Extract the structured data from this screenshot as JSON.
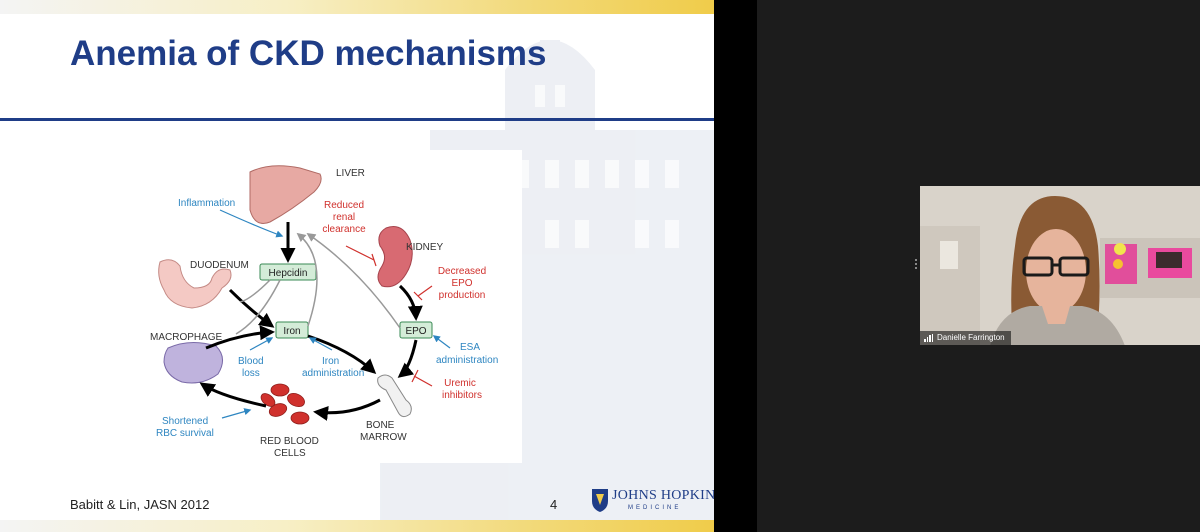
{
  "slide": {
    "title": "Anemia of CKD mechanisms",
    "citation": "Babitt & Lin, JASN 2012",
    "slide_number": "4",
    "logo": {
      "name": "JOHNS HOPKINS",
      "subtitle": "MEDICINE"
    }
  },
  "diagram": {
    "organs": {
      "liver": "LIVER",
      "kidney": "KIDNEY",
      "duodenum": "DUODENUM",
      "macrophage": "MACROPHAGE",
      "bone_marrow_1": "BONE",
      "bone_marrow_2": "MARROW",
      "rbc_1": "RED BLOOD",
      "rbc_2": "CELLS"
    },
    "nodes": {
      "hepcidin": "Hepcidin",
      "iron": "Iron",
      "epo": "EPO"
    },
    "factors": {
      "inflammation": "Inflammation",
      "reduced_1": "Reduced",
      "reduced_2": "renal",
      "reduced_3": "clearance",
      "decreased_1": "Decreased",
      "decreased_2": "EPO",
      "decreased_3": "production",
      "esa_1": "ESA",
      "esa_2": "administration",
      "uremic_1": "Uremic",
      "uremic_2": "inhibitors",
      "blood_loss_1": "Blood",
      "blood_loss_2": "loss",
      "iron_admin_1": "Iron",
      "iron_admin_2": "administration",
      "shortened_1": "Shortened",
      "shortened_2": "RBC survival"
    },
    "colors": {
      "blue": "#2e86c1",
      "red": "#d0312d",
      "node_fill": "#d4ecd8",
      "node_stroke": "#3a8a55"
    }
  },
  "video": {
    "participant_name": "Danielle Farrington",
    "signal_icon": "signal-bars-icon"
  }
}
